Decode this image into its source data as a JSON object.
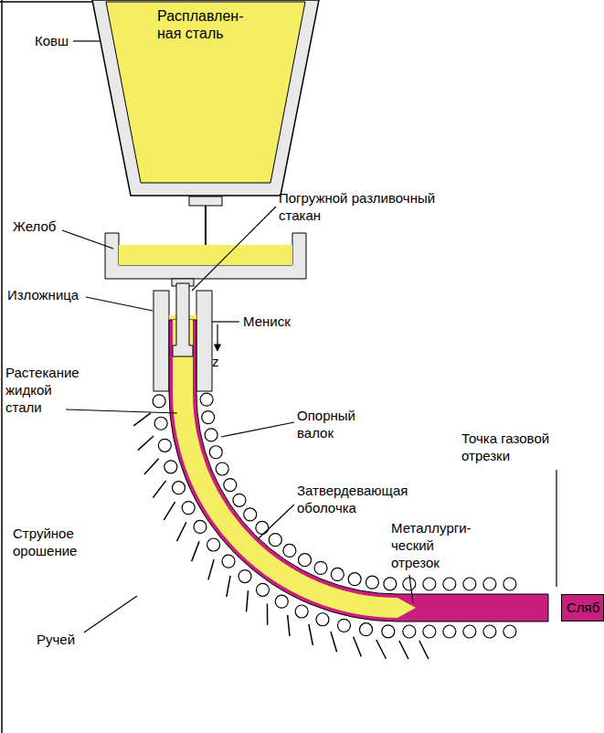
{
  "diagram": {
    "nodes": [
      {
        "text": [
          "Расплавлен- ная сталь"
        ]
      },
      {
        "text": [
          "Сляб"
        ]
      }
    ],
    "labels": [
      "Ковш",
      "Желоб",
      "Погружной разливочный стакан",
      "Изложница",
      "Мениск",
      "z",
      "Растекание жидкой стали",
      "Опорный валок",
      "Точка газовой отрезки",
      "Затвердевающая оболочка",
      "Металлурги- ческий отрезок",
      "Струйное орошение",
      "Ручей"
    ]
  }
}
